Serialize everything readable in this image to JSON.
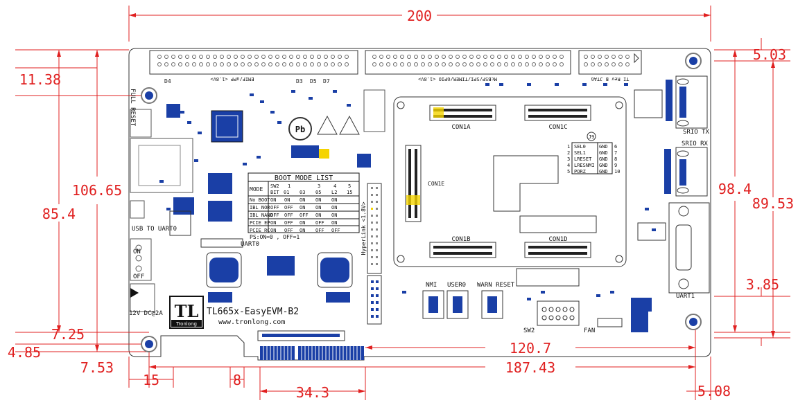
{
  "dimensions": {
    "top_width": "200",
    "right_top_offset": "5.03",
    "left_top_offset": "11.38",
    "height_large": "106.65",
    "height_mid": "85.4",
    "right_height_a": "98.4",
    "right_height_b": "89.53",
    "right_small": "3.85",
    "left_small_a": "7.25",
    "left_small_b": "4.85",
    "left_small_c": "7.53",
    "bottom_a": "120.7",
    "bottom_b": "187.43",
    "bottom_15": "15",
    "bottom_8": "8",
    "bottom_34": "34.3",
    "bottom_right": "5.08"
  },
  "board": {
    "title": "TL665x-EasyEVM-B2",
    "url": "www.tronlong.com",
    "logo_letters": "TL",
    "logo_word": "Tronlong",
    "labels": {
      "full_reset": "FULL RESET",
      "usb_to_uart0": "USB TO UART0",
      "on": "ON",
      "off": "OFF",
      "dc_12v": "12V DC@2A",
      "uart0": "UART0",
      "uart1": "UART1",
      "con1a": "CON1A",
      "con1b": "CON1B",
      "con1c": "CON1C",
      "con1d": "CON1D",
      "con1e": "CON1E",
      "hyperlink": "HyperLink <1.8V>",
      "emif_upp": "EMIF/uPP <1.8V>",
      "mcbsp": "McBSP/SPI/TIMER/GPIO <1.8V>",
      "jtag": "TI Rev B JTAG",
      "nmi": "NMI",
      "user0": "USER0",
      "warn_reset": "WARN RESET",
      "fan": "FAN",
      "srio_tx": "SRIO TX",
      "srio_rx": "SRIO RX",
      "sw2": "SW2",
      "d4": "D4",
      "d3": "D3",
      "d5": "D5",
      "d7": "D7",
      "j9": "J9"
    },
    "boot_table": {
      "title": "BOOT MODE LIST",
      "header_col": "MODE",
      "sw2_label": "SW2",
      "bit_label": "BIT",
      "bits": [
        "1",
        "3",
        "4",
        "5"
      ],
      "bit_sub": [
        "01",
        "03",
        "05",
        "L2",
        "15"
      ],
      "rows": [
        {
          "mode": "No BOOT",
          "v": [
            "ON",
            "ON",
            "ON",
            "ON",
            "ON"
          ]
        },
        {
          "mode": "IBL NOR",
          "v": [
            "OFF",
            "OFF",
            "ON",
            "ON",
            "ON"
          ]
        },
        {
          "mode": "IBL NAND",
          "v": [
            "OFF",
            "OFF",
            "OFF",
            "ON",
            "ON"
          ]
        },
        {
          "mode": "PCIE EP",
          "v": [
            "ON",
            "OFF",
            "ON",
            "OFF",
            "ON"
          ]
        },
        {
          "mode": "PCIE RC",
          "v": [
            "ON",
            "OFF",
            "ON",
            "OFF",
            "OFF"
          ]
        }
      ],
      "footnote": "PS:ON=0 , OFF=1"
    },
    "j9_table": {
      "rows": [
        {
          "n": "1",
          "sig": "SEL0",
          "g": "GND",
          "m": "6"
        },
        {
          "n": "2",
          "sig": "SEL1",
          "g": "GND",
          "m": "7"
        },
        {
          "n": "3",
          "sig": "LRESET",
          "g": "GND",
          "m": "8"
        },
        {
          "n": "4",
          "sig": "LRESNMI",
          "g": "GND",
          "m": "9"
        },
        {
          "n": "5",
          "sig": "PORZ",
          "g": "GND",
          "m": "10"
        }
      ]
    }
  }
}
